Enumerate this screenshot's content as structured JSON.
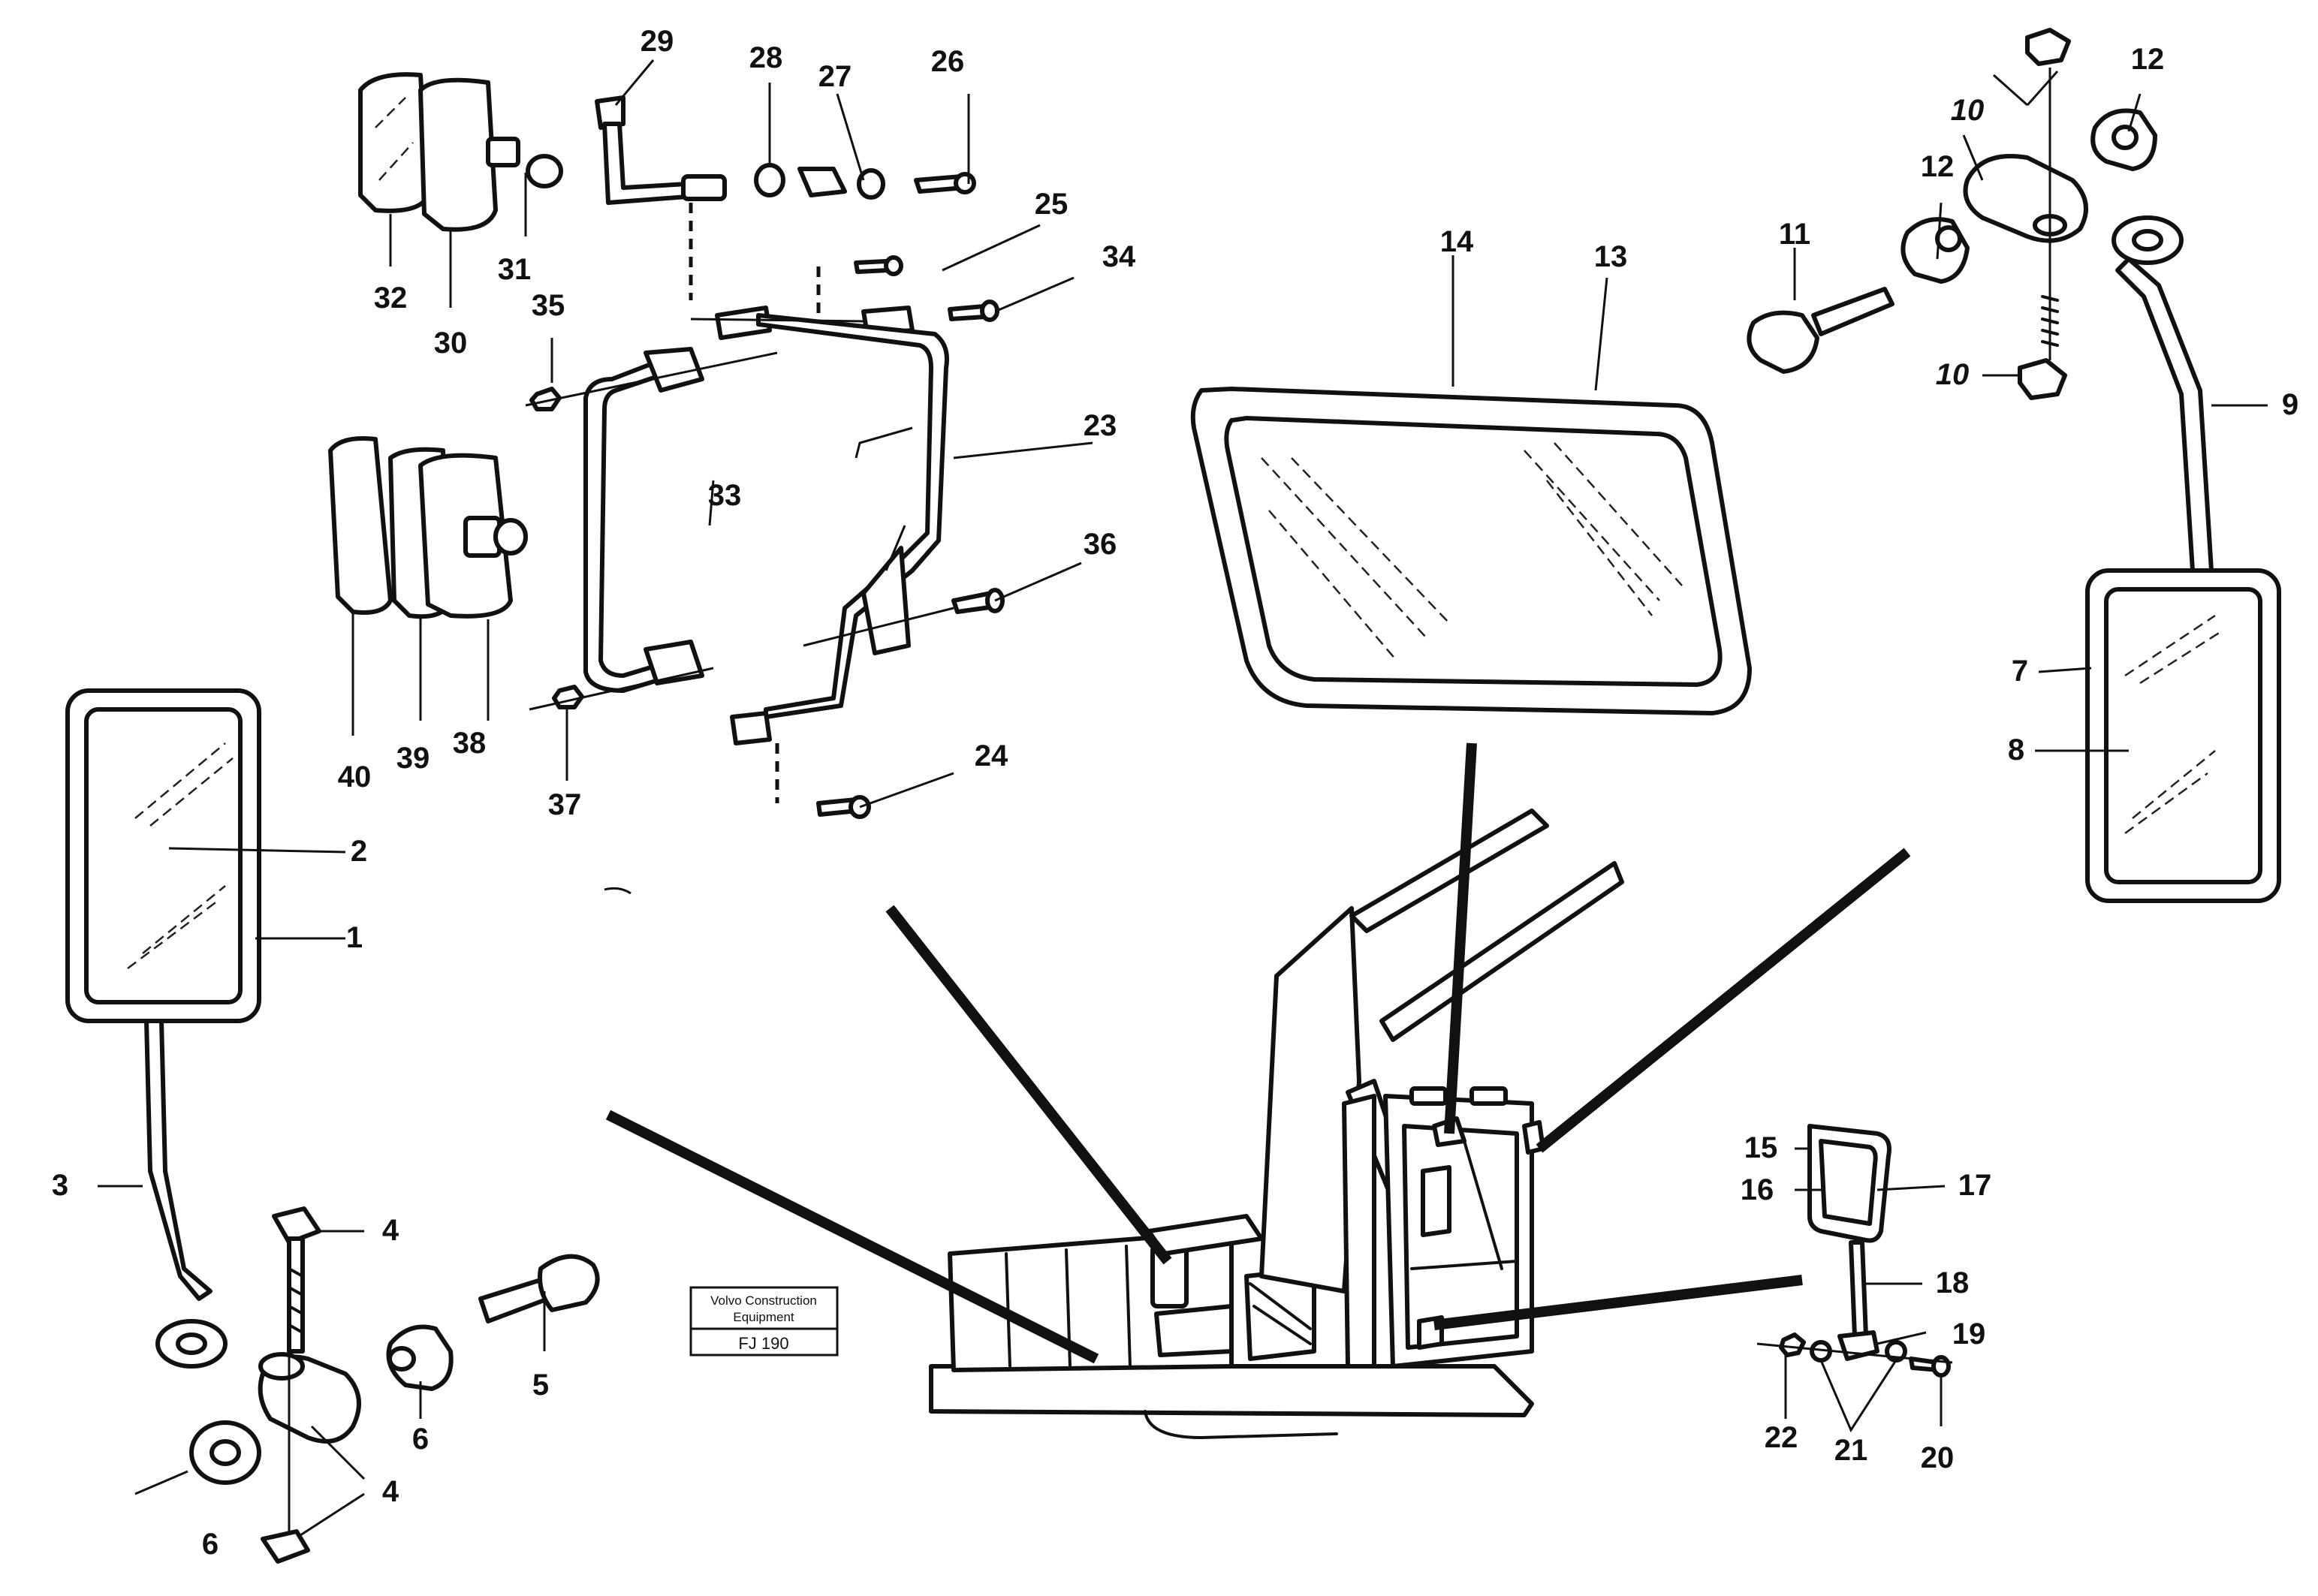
{
  "callouts": {
    "n1": "1",
    "n2": "2",
    "n3": "3",
    "n4a": "4",
    "n4b": "4",
    "n5": "5",
    "n6a": "6",
    "n6b": "6",
    "n7": "7",
    "n8": "8",
    "n9": "9",
    "n10a": "10",
    "n10b": "10",
    "n11": "11",
    "n12a": "12",
    "n12b": "12",
    "n13": "13",
    "n14": "14",
    "n15": "15",
    "n16": "16",
    "n17": "17",
    "n18": "18",
    "n19": "19",
    "n20": "20",
    "n21": "21",
    "n22": "22",
    "n23": "23",
    "n24": "24",
    "n25": "25",
    "n26": "26",
    "n27": "27",
    "n28": "28",
    "n29": "29",
    "n30": "30",
    "n31": "31",
    "n32": "32",
    "n33": "33",
    "n34": "34",
    "n35": "35",
    "n36": "36",
    "n37": "37",
    "n38": "38",
    "n39": "39",
    "n40": "40"
  },
  "stamp": {
    "line1": "Volvo Construction",
    "line2": "Equipment",
    "code": "FJ 190"
  }
}
